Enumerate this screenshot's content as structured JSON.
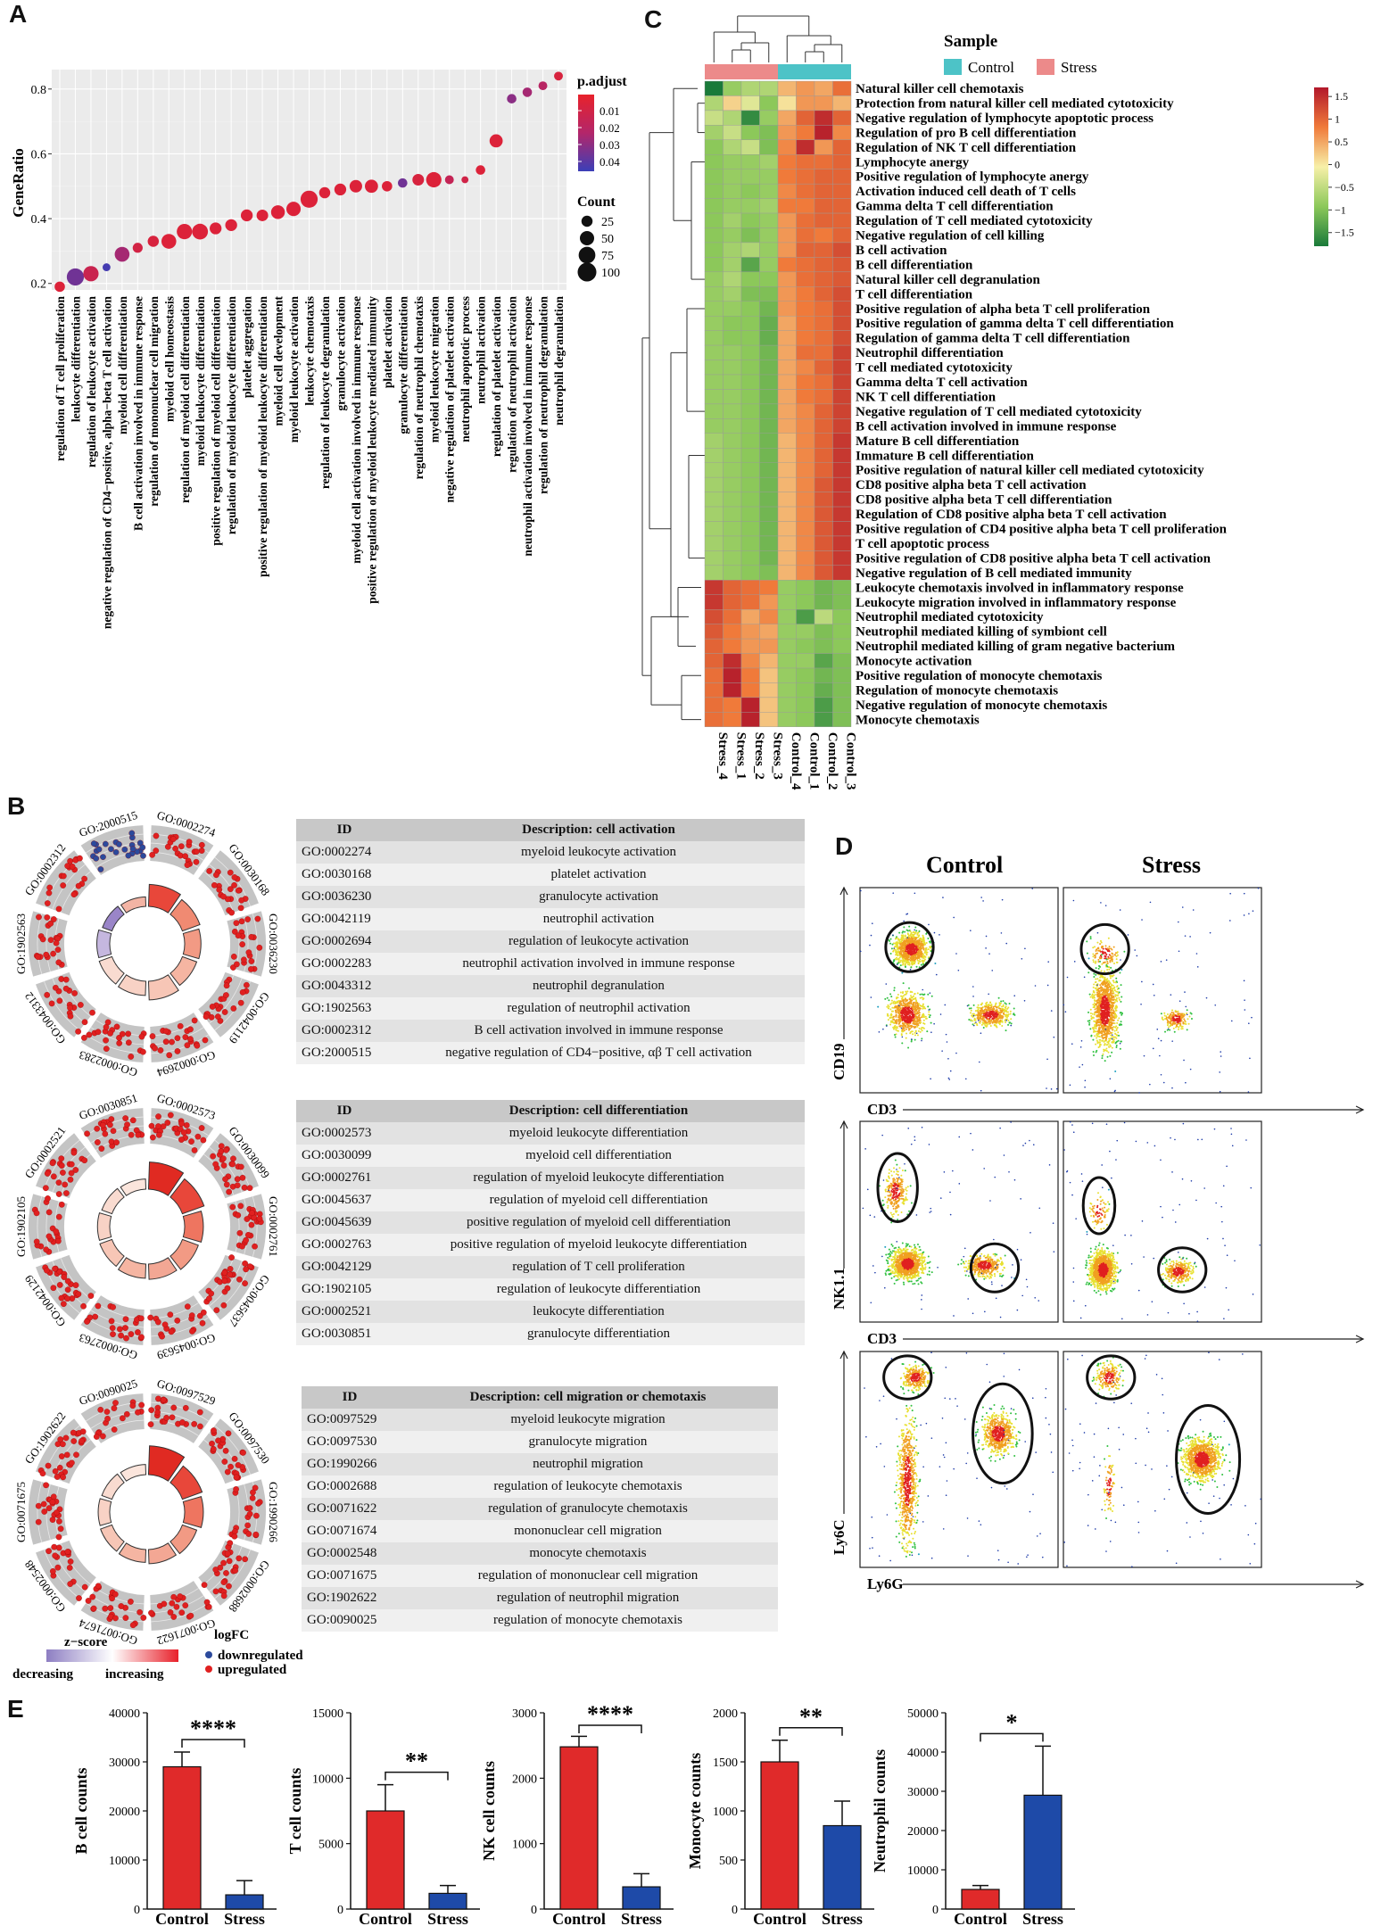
{
  "panels": {
    "A": "A",
    "B": "B",
    "C": "C",
    "D": "D",
    "E": "E"
  },
  "panelA": {
    "ylabel": "GeneRatio",
    "yticks": [
      "0.2",
      "0.4",
      "0.6",
      "0.8"
    ],
    "legend_padj_title": "p.adjust",
    "legend_padj_ticks": [
      "0.01",
      "0.02",
      "0.03",
      "0.04"
    ],
    "legend_count_title": "Count",
    "legend_count_items": [
      "25",
      "50",
      "75",
      "100"
    ]
  },
  "chart_data": [
    {
      "type": "scatter",
      "panel": "A",
      "ylabel": "GeneRatio",
      "ylim": [
        0.18,
        0.86
      ],
      "categories": [
        "regulation of T cell proliferation",
        "leukocyte differentiation",
        "regulation of leukocyte activation",
        "negative regulation of CD4−positive, alpha−beta T cell activation",
        "myeloid cell differentiation",
        "B cell activation involved in immune response",
        "regulation of mononuclear cell migration",
        "myeloid cell homeostasis",
        "regulation of myeloid cell differentiation",
        "myeloid leukocyte differentiation",
        "positive regulation of myeloid cell differentiation",
        "regulation of myeloid leukocyte differentiation",
        "platelet aggregation",
        "positive regulation of myeloid leukocyte differentiation",
        "myeloid cell development",
        "myeloid leukocyte activation",
        "leukocyte chemotaxis",
        "regulation of leukocyte degranulation",
        "granulocyte activation",
        "myeloid cell activation involved in immune response",
        "positive regulation of myeloid leukocyte mediated immunity",
        "platelet activation",
        "granulocyte differentiation",
        "regulation of neutrophil chemotaxis",
        "myeloid leukocyte migration",
        "negative regulation of platelet activation",
        "neutrophil apoptotic process",
        "neutrophil activation",
        "regulation of platelet activation",
        "regulation of neutrophil activation",
        "neutrophil activation involved in immune response",
        "regulation of neutrophil degranulation",
        "neutrophil degranulation"
      ],
      "values": [
        0.19,
        0.22,
        0.23,
        0.25,
        0.29,
        0.31,
        0.33,
        0.33,
        0.36,
        0.36,
        0.37,
        0.38,
        0.41,
        0.41,
        0.42,
        0.43,
        0.46,
        0.48,
        0.49,
        0.5,
        0.5,
        0.5,
        0.51,
        0.52,
        0.52,
        0.52,
        0.52,
        0.55,
        0.64,
        0.77,
        0.79,
        0.81,
        0.84
      ],
      "count": [
        20,
        80,
        60,
        8,
        55,
        18,
        25,
        55,
        60,
        65,
        30,
        30,
        30,
        28,
        45,
        50,
        80,
        25,
        30,
        35,
        40,
        20,
        15,
        28,
        60,
        12,
        5,
        15,
        40,
        15,
        15,
        12,
        12
      ],
      "padj": [
        0.01,
        0.04,
        0.018,
        0.048,
        0.03,
        0.014,
        0.012,
        0.01,
        0.01,
        0.01,
        0.01,
        0.01,
        0.01,
        0.01,
        0.01,
        0.01,
        0.01,
        0.01,
        0.01,
        0.01,
        0.01,
        0.01,
        0.04,
        0.012,
        0.01,
        0.02,
        0.015,
        0.01,
        0.01,
        0.035,
        0.03,
        0.025,
        0.012
      ]
    },
    {
      "type": "heatmap",
      "panel": "C",
      "columns": [
        "Stress_4",
        "Stress_1",
        "Stress_2",
        "Stress_3",
        "Control_4",
        "Control_1",
        "Control_2",
        "Control_3"
      ],
      "rows": [
        "Natural killer cell chemotaxis",
        "Protection from natural killer cell mediated cytotoxicity",
        "Negative regulation of lymphocyte apoptotic process",
        "Regulation of pro B cell differentiation",
        "Regulation of NK T cell differentiation",
        "Lymphocyte anergy",
        "Positive regulation of lymphocyte anergy",
        "Activation induced cell death of T cells",
        "Gamma delta T cell differentiation",
        "Regulation of T cell mediated cytotoxicity",
        "Negative regulation of cell killing",
        "B cell activation",
        "B cell differentiation",
        "Natural killer cell degranulation",
        "T cell differentiation",
        "Positive regulation of alpha beta T cell proliferation",
        "Positive regulation of gamma delta T cell differentiation",
        "Regulation of gamma delta T cell differentiation",
        "Neutrophil differentiation",
        "T cell mediated cytotoxicity",
        "Gamma delta T cell activation",
        "NK T cell differentiation",
        "Negative regulation of T cell mediated cytotoxicity",
        "B cell activation involved in immune response",
        "Mature B cell differentiation",
        "Immature B cell differentiation",
        "Positive regulation of natural killer cell mediated cytotoxicity",
        "CD8 positive alpha beta T cell activation",
        "CD8 positive alpha beta T cell differentiation",
        "Regulation of CD8 positive alpha beta T cell activation",
        "Positive regulation of CD4 positive alpha beta T cell proliferation",
        "T cell apoptotic process",
        "Positive regulation of CD8 positive alpha beta T cell activation",
        "Negative regulation of B cell mediated immunity",
        "Leukocyte chemotaxis involved in inflammatory response",
        "Leukocyte migration involved in inflammatory response",
        "Neutrophil mediated cytotoxicity",
        "Neutrophil mediated killing of symbiont cell",
        "Neutrophil mediated killing of gram negative bacterium",
        "Monocyte activation",
        "Positive regulation of monocyte chemotaxis",
        "Regulation of monocyte chemotaxis",
        "Negative regulation of monocyte chemotaxis",
        "Monocyte chemotaxis"
      ],
      "values": [
        [
          -1.8,
          -0.8,
          -0.6,
          -0.6,
          0.4,
          0.6,
          0.5,
          0.9
        ],
        [
          -0.6,
          0.2,
          -0.2,
          -0.9,
          0.1,
          0.6,
          0.6,
          0.4
        ],
        [
          -0.4,
          -0.6,
          -1.6,
          -0.8,
          0.5,
          1.0,
          1.5,
          1.0
        ],
        [
          -0.7,
          -0.4,
          -0.9,
          -1.0,
          0.6,
          0.8,
          1.6,
          0.7
        ],
        [
          -0.9,
          -0.6,
          -0.4,
          -1.0,
          0.7,
          1.5,
          0.6,
          1.0
        ],
        [
          -0.9,
          -0.8,
          -0.8,
          -0.7,
          0.8,
          0.9,
          0.9,
          1.0
        ],
        [
          -0.9,
          -0.8,
          -0.8,
          -0.8,
          0.8,
          0.9,
          1.0,
          1.0
        ],
        [
          -0.9,
          -0.8,
          -0.9,
          -0.8,
          0.7,
          0.9,
          1.0,
          1.0
        ],
        [
          -0.9,
          -0.8,
          -0.8,
          -0.7,
          0.8,
          0.8,
          1.0,
          1.0
        ],
        [
          -0.9,
          -0.7,
          -0.9,
          -0.8,
          0.6,
          0.9,
          1.0,
          1.0
        ],
        [
          -0.9,
          -0.8,
          -1.0,
          -0.8,
          0.6,
          0.9,
          0.8,
          1.0
        ],
        [
          -0.9,
          -0.7,
          -0.6,
          -0.8,
          0.6,
          1.0,
          1.0,
          1.2
        ],
        [
          -0.9,
          -0.7,
          -1.3,
          -0.8,
          0.8,
          0.9,
          1.0,
          1.1
        ],
        [
          -0.8,
          -0.6,
          -0.9,
          -0.9,
          0.6,
          0.9,
          1.0,
          1.1
        ],
        [
          -0.8,
          -0.7,
          -1.0,
          -1.0,
          0.6,
          0.8,
          1.0,
          1.2
        ],
        [
          -0.8,
          -0.8,
          -0.9,
          -1.1,
          0.6,
          0.8,
          0.9,
          1.2
        ],
        [
          -0.8,
          -0.9,
          -0.9,
          -1.2,
          0.5,
          0.8,
          0.9,
          1.2
        ],
        [
          -0.8,
          -0.9,
          -0.9,
          -1.2,
          0.5,
          0.8,
          0.9,
          1.2
        ],
        [
          -0.8,
          -0.8,
          -0.9,
          -1.1,
          0.5,
          0.9,
          0.9,
          1.3
        ],
        [
          -0.8,
          -0.8,
          -0.9,
          -1.1,
          0.5,
          0.7,
          1.0,
          1.3
        ],
        [
          -0.8,
          -0.8,
          -0.9,
          -1.1,
          0.5,
          0.8,
          0.9,
          1.3
        ],
        [
          -0.8,
          -0.8,
          -0.9,
          -1.1,
          0.5,
          0.8,
          0.9,
          1.3
        ],
        [
          -0.8,
          -0.8,
          -0.9,
          -1.1,
          0.5,
          0.7,
          1.0,
          1.3
        ],
        [
          -0.8,
          -0.8,
          -0.9,
          -1.1,
          0.5,
          0.7,
          1.0,
          1.3
        ],
        [
          -0.7,
          -0.8,
          -0.9,
          -1.1,
          0.4,
          0.7,
          1.0,
          1.4
        ],
        [
          -0.7,
          -0.8,
          -0.9,
          -1.1,
          0.4,
          0.7,
          1.0,
          1.4
        ],
        [
          -0.7,
          -0.8,
          -0.9,
          -1.1,
          0.4,
          0.7,
          1.0,
          1.4
        ],
        [
          -0.7,
          -0.8,
          -0.9,
          -1.1,
          0.4,
          0.7,
          1.1,
          1.4
        ],
        [
          -0.7,
          -0.8,
          -0.9,
          -1.1,
          0.4,
          0.7,
          1.1,
          1.4
        ],
        [
          -0.7,
          -0.8,
          -0.9,
          -1.1,
          0.4,
          0.7,
          1.1,
          1.4
        ],
        [
          -0.7,
          -0.8,
          -0.9,
          -1.1,
          0.4,
          0.7,
          1.1,
          1.4
        ],
        [
          -0.7,
          -0.8,
          -0.9,
          -1.1,
          0.4,
          0.7,
          1.1,
          1.4
        ],
        [
          -0.7,
          -0.8,
          -0.9,
          -1.1,
          0.4,
          0.7,
          1.1,
          1.4
        ],
        [
          -0.7,
          -0.8,
          -0.9,
          -1.0,
          0.4,
          0.7,
          1.1,
          1.4
        ],
        [
          1.4,
          1.0,
          0.9,
          0.8,
          -0.8,
          -0.9,
          -1.1,
          -1.0
        ],
        [
          1.4,
          1.0,
          0.9,
          0.6,
          -0.8,
          -0.9,
          -1.1,
          -1.0
        ],
        [
          1.2,
          0.9,
          0.5,
          0.7,
          -0.8,
          -1.4,
          -0.5,
          -0.9
        ],
        [
          1.1,
          0.8,
          0.6,
          0.5,
          -0.8,
          -0.8,
          -1.0,
          -0.9
        ],
        [
          1.0,
          0.8,
          0.6,
          0.6,
          -0.8,
          -0.9,
          -1.0,
          -0.9
        ],
        [
          1.0,
          1.5,
          0.7,
          0.4,
          -0.8,
          -0.8,
          -1.3,
          -1.0
        ],
        [
          0.9,
          1.6,
          0.8,
          0.3,
          -0.8,
          -0.9,
          -1.1,
          -1.0
        ],
        [
          0.9,
          1.6,
          0.8,
          0.3,
          -0.8,
          -0.9,
          -1.2,
          -1.0
        ],
        [
          0.9,
          0.8,
          1.6,
          0.3,
          -0.8,
          -0.9,
          -1.4,
          -1.0
        ],
        [
          0.9,
          0.8,
          1.6,
          0.3,
          -0.8,
          -0.9,
          -1.4,
          -1.0
        ]
      ],
      "legend_title": "Sample",
      "legend_items": [
        "Control",
        "Stress"
      ],
      "colorbar_ticks": [
        "1.5",
        "1",
        "0.5",
        "0",
        "−0.5",
        "−1",
        "−1.5"
      ]
    },
    {
      "type": "bar",
      "panel": "E",
      "charts": [
        {
          "ylabel": "B cell counts",
          "categories": [
            "Control",
            "Stress"
          ],
          "values": [
            29000,
            2900
          ],
          "errors": [
            3000,
            2900
          ],
          "ylim": [
            0,
            40000
          ],
          "yticks": [
            "0",
            "10000",
            "20000",
            "30000",
            "40000"
          ],
          "sig": "****"
        },
        {
          "ylabel": "T cell counts",
          "categories": [
            "Control",
            "Stress"
          ],
          "values": [
            7500,
            1200
          ],
          "errors": [
            2000,
            600
          ],
          "ylim": [
            0,
            15000
          ],
          "yticks": [
            "0",
            "5000",
            "10000",
            "15000"
          ],
          "sig": "**"
        },
        {
          "ylabel": "NK cell counts",
          "categories": [
            "Control",
            "Stress"
          ],
          "values": [
            2480,
            340
          ],
          "errors": [
            160,
            200
          ],
          "ylim": [
            0,
            3000
          ],
          "yticks": [
            "0",
            "1000",
            "2000",
            "3000"
          ],
          "sig": "****"
        },
        {
          "ylabel": "Monocyte counts",
          "categories": [
            "Control",
            "Stress"
          ],
          "values": [
            1500,
            850
          ],
          "errors": [
            220,
            250
          ],
          "ylim": [
            0,
            2000
          ],
          "yticks": [
            "0",
            "500",
            "1000",
            "1500",
            "2000"
          ],
          "sig": "**"
        },
        {
          "ylabel": "Neutrophil counts",
          "categories": [
            "Control",
            "Stress"
          ],
          "values": [
            5000,
            29000
          ],
          "errors": [
            1000,
            12500
          ],
          "ylim": [
            0,
            50000
          ],
          "yticks": [
            "0",
            "10000",
            "20000",
            "30000",
            "40000",
            "50000"
          ],
          "sig": "*"
        }
      ]
    }
  ],
  "panelB": {
    "tables": [
      {
        "id_header": "ID",
        "desc_header": "Description: cell activation",
        "rows": [
          [
            "GO:0002274",
            "myeloid leukocyte activation"
          ],
          [
            "GO:0030168",
            "platelet activation"
          ],
          [
            "GO:0036230",
            "granulocyte activation"
          ],
          [
            "GO:0042119",
            "neutrophil activation"
          ],
          [
            "GO:0002694",
            "regulation of leukocyte activation"
          ],
          [
            "GO:0002283",
            "neutrophil activation involved in immune response"
          ],
          [
            "GO:0043312",
            "neutrophil degranulation"
          ],
          [
            "GO:1902563",
            "regulation of neutrophil activation"
          ],
          [
            "GO:0002312",
            "B cell activation involved in immune response"
          ],
          [
            "GO:2000515",
            "negative regulation of CD4−positive, αβ T cell activation"
          ]
        ]
      },
      {
        "id_header": "ID",
        "desc_header": "Description: cell differentiation",
        "rows": [
          [
            "GO:0002573",
            "myeloid leukocyte differentiation"
          ],
          [
            "GO:0030099",
            "myeloid cell differentiation"
          ],
          [
            "GO:0002761",
            "regulation of myeloid leukocyte differentiation"
          ],
          [
            "GO:0045637",
            "regulation of myeloid cell differentiation"
          ],
          [
            "GO:0045639",
            "positive regulation of myeloid cell differentiation"
          ],
          [
            "GO:0002763",
            "positive regulation of myeloid leukocyte differentiation"
          ],
          [
            "GO:0042129",
            "regulation of T cell proliferation"
          ],
          [
            "GO:1902105",
            "regulation of leukocyte differentiation"
          ],
          [
            "GO:0002521",
            "leukocyte differentiation"
          ],
          [
            "GO:0030851",
            "granulocyte differentiation"
          ]
        ]
      },
      {
        "id_header": "ID",
        "desc_header": "Description: cell migration or chemotaxis",
        "rows": [
          [
            "GO:0097529",
            "myeloid leukocyte migration"
          ],
          [
            "GO:0097530",
            "granulocyte migration"
          ],
          [
            "GO:1990266",
            "neutrophil migration"
          ],
          [
            "GO:0002688",
            "regulation of leukocyte chemotaxis"
          ],
          [
            "GO:0071622",
            "regulation of granulocyte chemotaxis"
          ],
          [
            "GO:0071674",
            "mononuclear cell migration"
          ],
          [
            "GO:0002548",
            "monocyte chemotaxis"
          ],
          [
            "GO:0071675",
            "regulation of mononuclear cell migration"
          ],
          [
            "GO:1902622",
            "regulation of neutrophil migration"
          ],
          [
            "GO:0090025",
            "regulation of monocyte chemotaxis"
          ]
        ]
      }
    ],
    "legend": {
      "zscore": "z−score",
      "decreasing": "decreasing",
      "increasing": "increasing",
      "logfc": "logFC",
      "down": "downregulated",
      "up": "upregulated"
    }
  },
  "panelD": {
    "col_control": "Control",
    "col_stress": "Stress",
    "rows": [
      {
        "ylabel": "CD19",
        "xlabel": "CD3"
      },
      {
        "ylabel": "NK1.1",
        "xlabel": "CD3"
      },
      {
        "ylabel": "Ly6C",
        "xlabel": "Ly6G"
      }
    ]
  }
}
